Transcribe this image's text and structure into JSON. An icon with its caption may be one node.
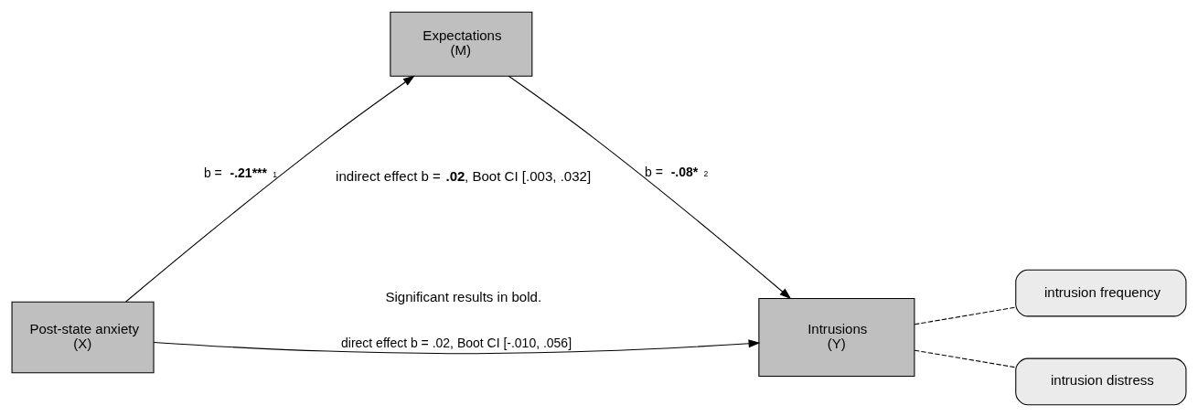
{
  "diagram": {
    "nodes": [
      {
        "text": [
          "Post-state anxiety",
          "(X)"
        ]
      },
      {
        "text": [
          "Expectations",
          "(M)"
        ]
      },
      {
        "text": [
          "Intrusions",
          "(Y)"
        ]
      },
      {
        "text": [
          "intrusion frequency"
        ]
      },
      {
        "text": [
          "intrusion distress"
        ]
      }
    ],
    "edges": [
      {
        "from": 0,
        "to": 1,
        "arrow": "to",
        "label": "b = **-.21*****$^{1}$"
      },
      {
        "from": 1,
        "to": 2,
        "arrow": "to",
        "label": "b = **-.08***$^{2}$"
      },
      {
        "from": 0,
        "to": 2,
        "arrow": "to",
        "label": "direct effect b = .02, Boot CI [-.010, .056]"
      },
      {
        "from": 2,
        "to": 3,
        "arrow": "none",
        "style": "dashed"
      },
      {
        "from": 2,
        "to": 4,
        "arrow": "none",
        "style": "dashed"
      }
    ],
    "labels": [
      "indirect effect b = **.02**, Boot CI [.003, .032]",
      "Significant results in bold."
    ]
  }
}
